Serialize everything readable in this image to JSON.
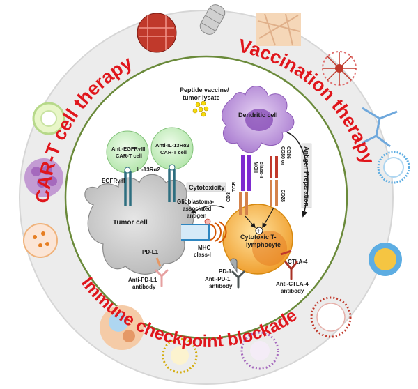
{
  "outer_titles": {
    "car_t": "CAR-T cell therapy",
    "vaccination": "Vaccination therapy",
    "checkpoint": "Immune checkpoint blockade"
  },
  "labels": {
    "peptide_vaccine_1": "Peptide vaccine/",
    "peptide_vaccine_2": "tumor lysate",
    "dendritic_cell": "Dendritic cell",
    "antigen_preparation": "Antigen Preparation",
    "mch_class_ii_1": "MCH",
    "mch_class_ii_2": "class-II",
    "cd80_cd86_1": "CD80 or",
    "cd80_cd86_2": "CD86",
    "cd28": "CD28",
    "cd3": "CD3",
    "tcr": "TCR",
    "cytotoxicity": "Cytotoxicity",
    "anti_egfrviii_1": "Anti-EGFRvIII",
    "anti_egfrviii_2": "CAR-T cell",
    "anti_il13_1": "Anti-IL-13Rα2",
    "anti_il13_2": "CAR-T cell",
    "il13ra2": "IL-13Rα2",
    "egfrviii": "EGFRvIII",
    "tumor_cell": "Tumor cell",
    "gbm_antigen_1": "Glioblastoma-",
    "gbm_antigen_2": "associated",
    "gbm_antigen_3": "antigen",
    "mhc_class_i_1": "MHC",
    "mhc_class_i_2": "class-I",
    "ctl_1": "Cytotoxic T-",
    "ctl_2": "lymphocyte",
    "ctla4": "CTLA-4",
    "anti_ctla4_1": "Anti-CTLA-4",
    "anti_ctla4_2": "antibody",
    "pd1": "PD-1",
    "anti_pd1_1": "Anti-PD-1",
    "anti_pd1_2": "antibody",
    "pdl1": "PD-L1",
    "anti_pdl1_1": "Anti-PD-L1",
    "anti_pdl1_2": "antibody",
    "plus": "+"
  },
  "colors": {
    "title_red": "#e0161c",
    "ring_fill": "#e9e9e9",
    "inner_border": "#6a8a3a",
    "dendritic": "#b588d8",
    "tumor": "#c8c8c8",
    "t_cell": "#f5b041",
    "car_t": "#c9f0c4",
    "receptor_teal": "#2e6f80",
    "antibody_red": "#c0392b",
    "mhc_purple": "#7d2bd0"
  }
}
